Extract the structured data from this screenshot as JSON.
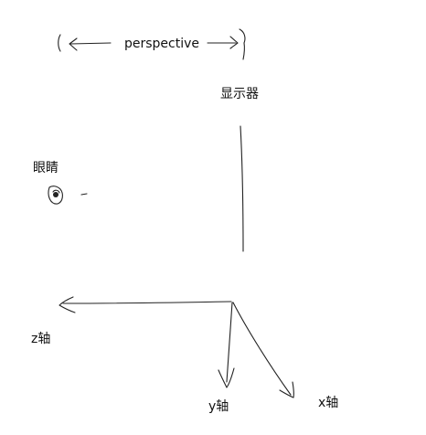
{
  "labels": {
    "perspective": "perspective",
    "monitor": "显示器",
    "eye": "眼睛",
    "z_axis": "z轴",
    "y_axis": "y轴",
    "x_axis": "x轴"
  },
  "colors": {
    "ink": "#222222",
    "background": "#ffffff"
  }
}
